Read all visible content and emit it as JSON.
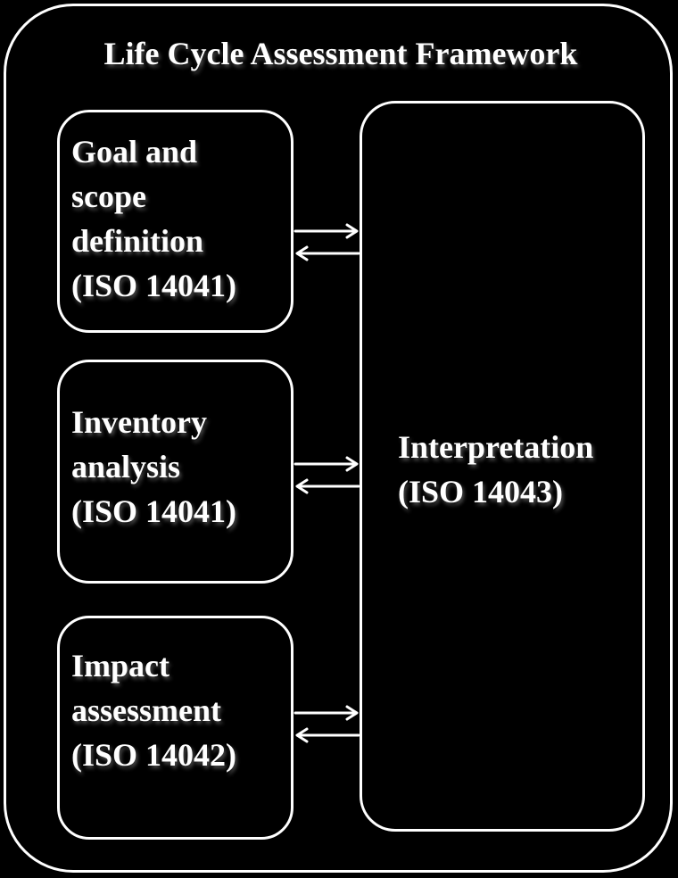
{
  "diagram": {
    "title": "Life Cycle Assessment Framework",
    "stages": [
      {
        "label": "Goal and\nscope\ndefinition\n(ISO 14041)"
      },
      {
        "label": "Inventory\nanalysis\n(ISO 14041)"
      },
      {
        "label": "Impact\nassessment\n(ISO 14042)"
      }
    ],
    "interpretation": {
      "label": "Interpretation\n(ISO 14043)"
    },
    "colors": {
      "background": "#000000",
      "foreground": "#ffffff"
    }
  }
}
